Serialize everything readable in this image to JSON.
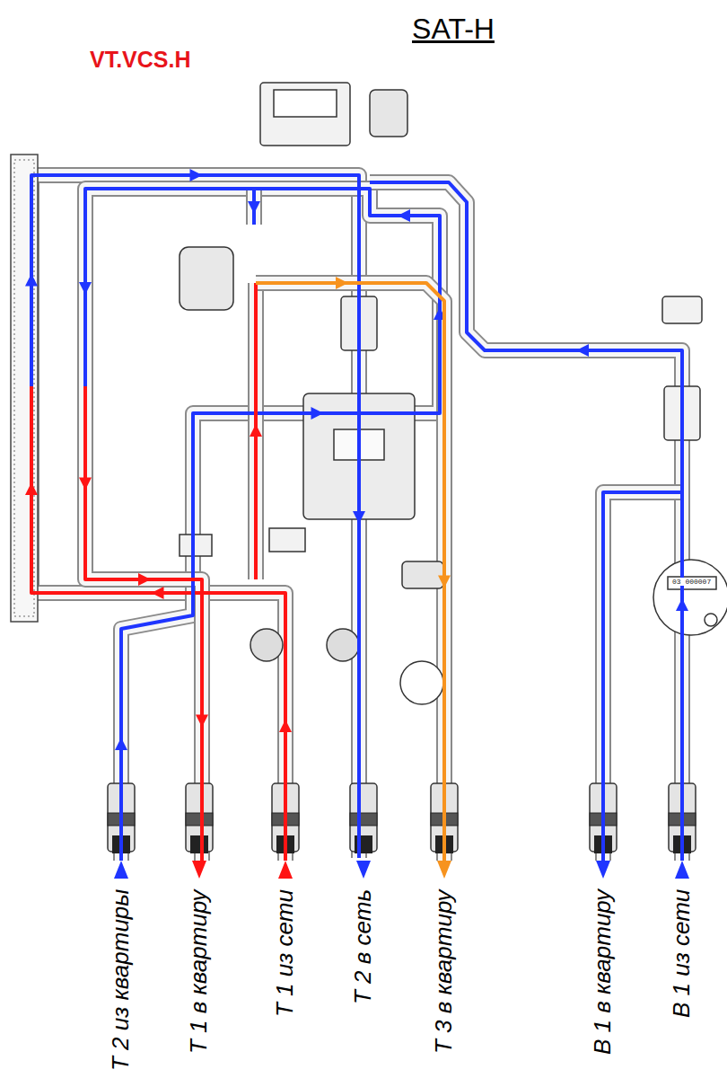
{
  "diagram": {
    "title": "SAT-H",
    "labels": [
      "VT.VCS.H",
      "03 000007",
      "Т 2 из квартиры",
      "Т 1 в квартиру",
      "Т 1 из сети",
      "Т 2 в сеть",
      "Т 3 в квартиру",
      "В 1 в квартиру",
      "В 1 из сети"
    ]
  }
}
